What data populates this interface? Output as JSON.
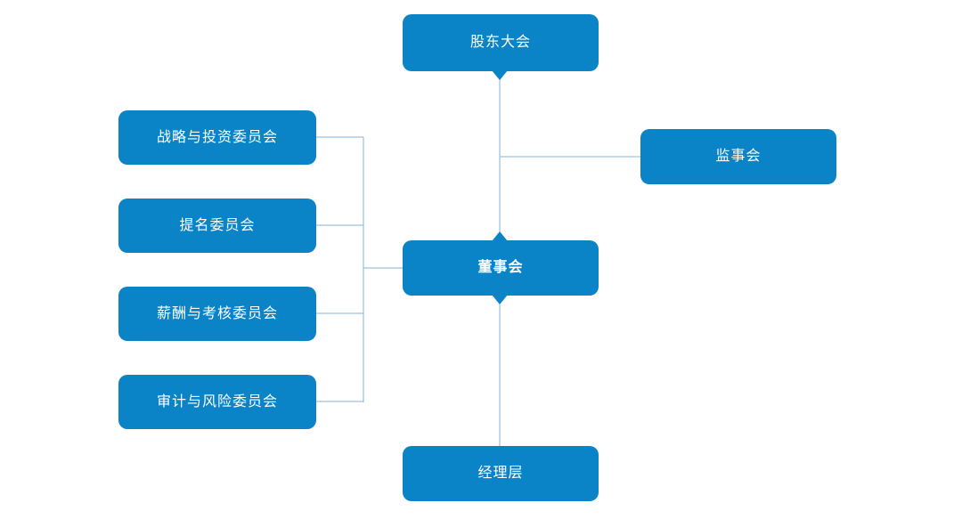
{
  "colors": {
    "node_fill": "#0a84c7",
    "connector_line": "#85b3d7",
    "node_text": "#ffffff",
    "background": "#ffffff"
  },
  "nodes": {
    "shareholders": {
      "label": "股东大会"
    },
    "strategy": {
      "label": "战略与投资委员会"
    },
    "nomination": {
      "label": "提名委员会"
    },
    "remuneration": {
      "label": "薪酬与考核委员会"
    },
    "audit": {
      "label": "审计与风险委员会"
    },
    "board": {
      "label": "董事会"
    },
    "supervisory": {
      "label": "监事会"
    },
    "management": {
      "label": "经理层"
    }
  }
}
